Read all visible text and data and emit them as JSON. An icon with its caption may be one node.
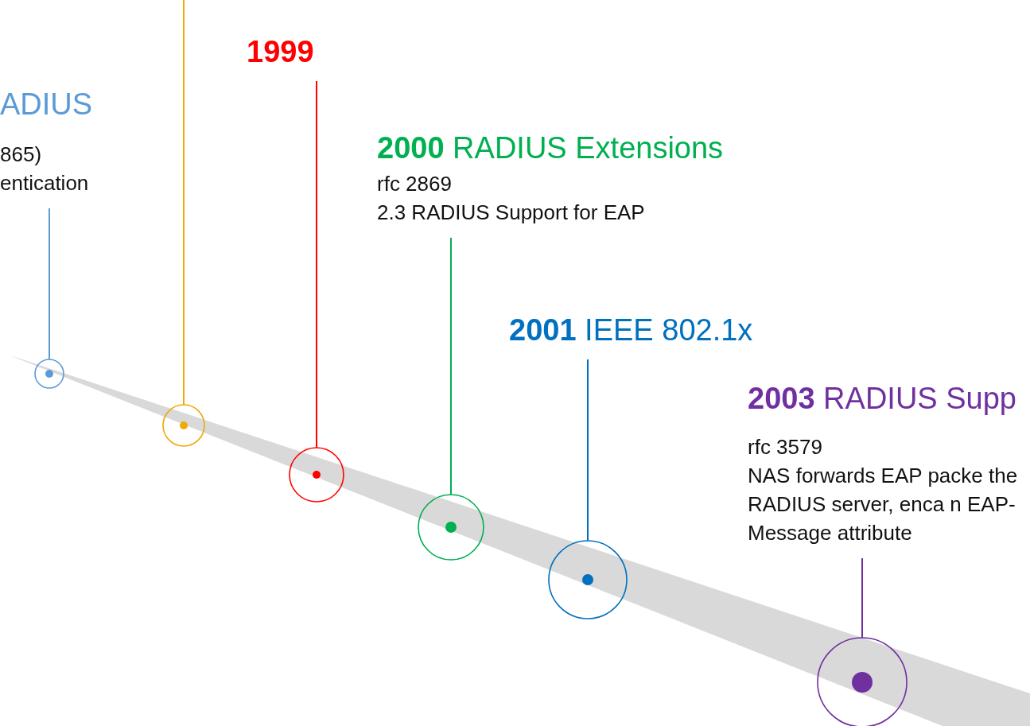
{
  "diagram": {
    "nodes": [
      {
        "text": [
          "ADIUS",
          "865)",
          "entication"
        ]
      },
      {
        "text": [],
        "shape": "circle"
      },
      {
        "text": [],
        "shape": "circle"
      },
      {
        "text": [
          "**1999**"
        ]
      },
      {
        "text": [],
        "shape": "circle"
      },
      {
        "text": [
          "**2000** RADIUS Extensions",
          "rfc 2869",
          "2.3 RADIUS Support for EAP"
        ]
      },
      {
        "text": [],
        "shape": "circle"
      },
      {
        "text": [
          "**2001** IEEE 802.1x"
        ]
      },
      {
        "text": [],
        "shape": "circle"
      },
      {
        "text": [
          "**2003** RADIUS Supp",
          "rfc 3579",
          "NAS forwards EAP packe the RADIUS server, enca n EAP-Message attribute"
        ]
      },
      {
        "text": [],
        "shape": "circle"
      }
    ],
    "edges": [
      {
        "from": 0,
        "to": 1,
        "arrow": "none",
        "color": "#5b9bd5"
      },
      {
        "from": null,
        "to": 2,
        "arrow": "none",
        "color": "#f0a80a"
      },
      {
        "from": 3,
        "to": 4,
        "arrow": "none",
        "color": "#ff0000"
      },
      {
        "from": 5,
        "to": 6,
        "arrow": "none",
        "color": "#00b050"
      },
      {
        "from": 7,
        "to": 8,
        "arrow": "none",
        "color": "#0070c0"
      },
      {
        "from": 9,
        "to": 10,
        "arrow": "none",
        "color": "#7030a0"
      }
    ]
  }
}
